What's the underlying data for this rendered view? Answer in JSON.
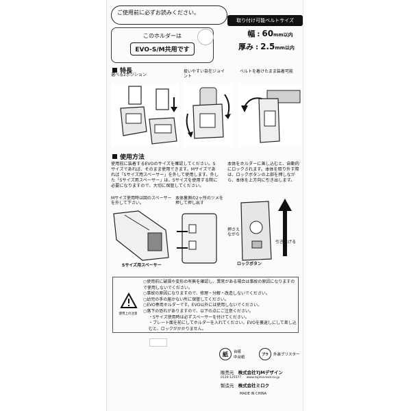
{
  "notice": "ご使用前に必ずお読みください。",
  "holder": {
    "line1": "このホルダーは",
    "line2": "EVO-S/M共用です"
  },
  "belt": {
    "header": "取り付け可能ベルトサイズ",
    "width_label": "幅",
    "width_value": "60",
    "width_unit": "mm以内",
    "thick_label": "厚み",
    "thick_value": "2.5",
    "thick_unit": "mm以内"
  },
  "features": {
    "title": "特長",
    "items": [
      {
        "caption": "選べる2ポジション"
      },
      {
        "caption": "扱いやすい自在ジョイント"
      },
      {
        "caption": "ベルトを着けたまま装着可能"
      }
    ]
  },
  "usage": {
    "title": "使用方法",
    "left_text": "使用前に装着するEVOのサイズを確認してください。Sサイズであれば、そのまま使用できます。Mサイズであれば「Sサイズ用スペーサー」を外して使用します。外した「Sサイズ用スペーサー」は、Sサイズを使用する際に必要になりますので、大切に保管してください。",
    "right_text": "本体をホルダーに差し込むと、自動的にロックされます。本体を取り外す際は、ロックボタンの上部を押しながら、本体を上方向に引き出します。",
    "fig1_caption": "Mサイズ使用時は図のスペーサーを外して下さい。",
    "fig1_label": "Sサイズ用スペーサー",
    "fig2_caption": "本体裏側の2ヶ所のツメを押して押し出す",
    "fig3_step1": "押さえながら",
    "fig3_step2": "引き上げる",
    "fig3_label": "ロックボタン"
  },
  "warnings": {
    "lines": [
      "○使用前に破損や変形の有無を確認し、異常がある場合は事故の原因になりますので使用しないでください。",
      "○事故の原因になりますので、修理・分解・改造しないでください。",
      "○幼児の手の届かない所に保管してください。",
      "○EVO専用ホルダーです。EVO以外には使用しないでください。",
      "○落下の恐れがありますので、以下の点にご注意ください。",
      "・Sサイズ使用時は必ずスペーサーを付けてください。",
      "・プレート面を前にしてホルダーを入れてください。EVOを裏返しにして差し込むと、ロックがかかりません。"
    ],
    "sign_label": "使用上の注意"
  },
  "recycle": {
    "paper_mark": "紙",
    "paper_label": "台紙",
    "paper_sub": "中台紙",
    "plastic_mark": "プラ",
    "plastic_label": "外装ブリスター"
  },
  "company": {
    "seller_label": "販売元",
    "seller": "株式会社TJMデザイン",
    "phone": "0120-125577",
    "url": "www.tajima-tool.co.jp",
    "maker_label": "製造元",
    "maker": "株式会社ミロク",
    "origin": "MADE IN CHINA"
  }
}
